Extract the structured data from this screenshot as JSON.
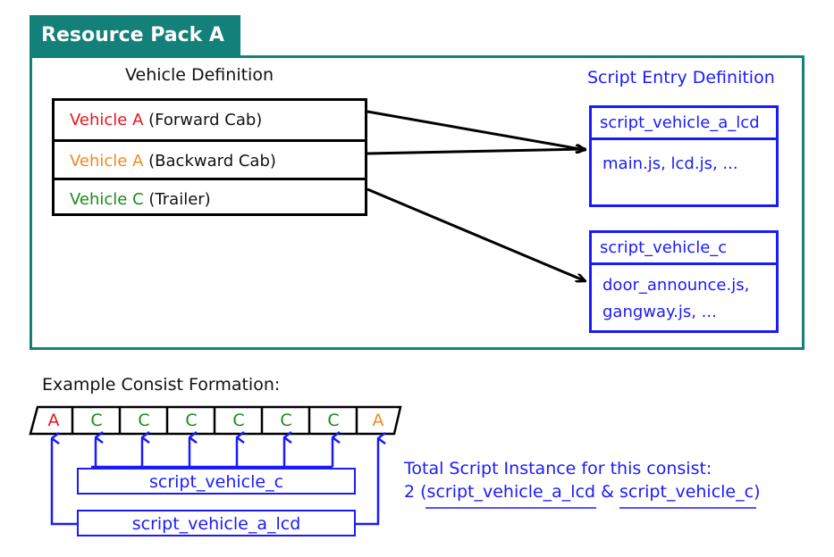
{
  "resource_pack": {
    "title": "Resource Pack A"
  },
  "vehicle_definition": {
    "heading": "Vehicle Definition",
    "rows": [
      {
        "name": "Vehicle A",
        "desc": "(Forward Cab)",
        "color": "#e8141a"
      },
      {
        "name": "Vehicle A",
        "desc": "(Backward Cab)",
        "color": "#ef8a1e"
      },
      {
        "name": "Vehicle C",
        "desc": "(Trailer)",
        "color": "#1a8a1a"
      }
    ]
  },
  "script_entry_definition": {
    "heading": "Script Entry Definition",
    "entries": [
      {
        "name": "script_vehicle_a_lcd",
        "files": [
          "main.js, lcd.js, ..."
        ]
      },
      {
        "name": "script_vehicle_c",
        "files": [
          "door_announce.js,",
          "gangway.js, ..."
        ]
      }
    ]
  },
  "consist": {
    "label": "Example Consist Formation:",
    "cars": [
      "A",
      "C",
      "C",
      "C",
      "C",
      "C",
      "C",
      "A"
    ],
    "car_colors": [
      "#e8141a",
      "#1a8a1a",
      "#1a8a1a",
      "#1a8a1a",
      "#1a8a1a",
      "#1a8a1a",
      "#1a8a1a",
      "#ef8a1e"
    ],
    "bracket_c": "script_vehicle_c",
    "bracket_a": "script_vehicle_a_lcd"
  },
  "summary": {
    "line1": "Total Script Instance for this consist:",
    "prefix": "2 (",
    "link1": "script_vehicle_a_lcd",
    "sep": " & ",
    "link2": "script_vehicle_c",
    "suffix": ")"
  },
  "colors": {
    "teal": "#13807a",
    "blue": "#1a1aff",
    "red": "#e8141a",
    "orange": "#ef8a1e",
    "green": "#1a8a1a"
  }
}
